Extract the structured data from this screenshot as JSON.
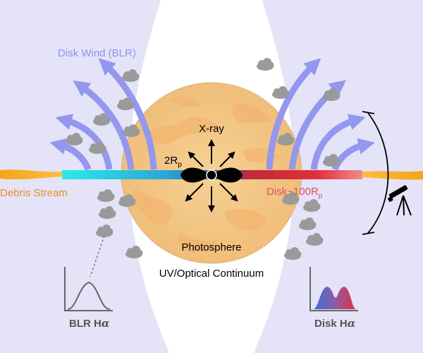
{
  "labels": {
    "disk_wind": "Disk Wind (BLR)",
    "xray": "X-ray",
    "radius_base": "2R",
    "radius_sub": "p",
    "debris_stream": "Debris Stream",
    "disk_base": "Disk~100R",
    "disk_sub": "p",
    "photosphere": "Photosphere",
    "continuum": "UV/Optical Continuum",
    "blr_base": "BLR H",
    "blr_greek": "α",
    "disk_line_base": "Disk H",
    "disk_line_greek": "α"
  },
  "colors": {
    "cone": "#e4e3f8",
    "sphere": "#f3c983",
    "sphere_patch": "#f6b36c",
    "wind_arrow": "#8f93ec",
    "wind_text": "#8f93ec",
    "stream": "#f7a31b",
    "stream_text": "#ee8a2a",
    "disk_blue": "#2aeaea",
    "disk_mid": "#284b8d",
    "disk_red": "#e0313a",
    "disk_text": "#e05060",
    "cloud": "#9a9a9a",
    "ink": "#000000"
  },
  "icons": [
    "cloud-icon",
    "telescope-icon",
    "arrow-icon",
    "observer-arc-icon"
  ]
}
